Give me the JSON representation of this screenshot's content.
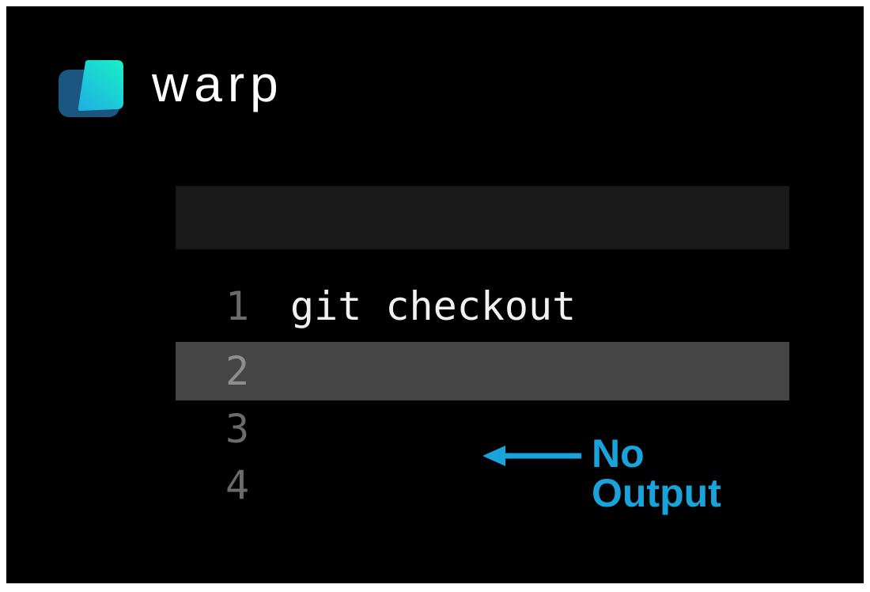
{
  "brand": {
    "wordmark": "warp"
  },
  "terminal": {
    "command_bar": {
      "value": "",
      "placeholder": ""
    },
    "lines": [
      {
        "number": "1",
        "text": "git checkout",
        "highlighted": false
      },
      {
        "number": "2",
        "text": "",
        "highlighted": true
      },
      {
        "number": "3",
        "text": "",
        "highlighted": false
      },
      {
        "number": "4",
        "text": "",
        "highlighted": false
      }
    ]
  },
  "annotation": {
    "label": "No Output",
    "arrow_icon": "left-arrow-icon"
  },
  "icons": {
    "logo": "warp-logo"
  },
  "colors": {
    "accent": "#18A4DB",
    "page_border": "#FFFFFF",
    "canvas_bg": "#000000",
    "command_bar_bg": "#191919",
    "row_highlight": "#454545",
    "line_number": "#6B6B6B",
    "line_number_highlight": "#8E8E8E",
    "command_text": "#F1F1F1",
    "wordmark_color": "#FFFFFF",
    "logo_back": "#1A5680",
    "logo_gradient_start": "#19F0C6",
    "logo_gradient_end": "#1FAEE4"
  }
}
